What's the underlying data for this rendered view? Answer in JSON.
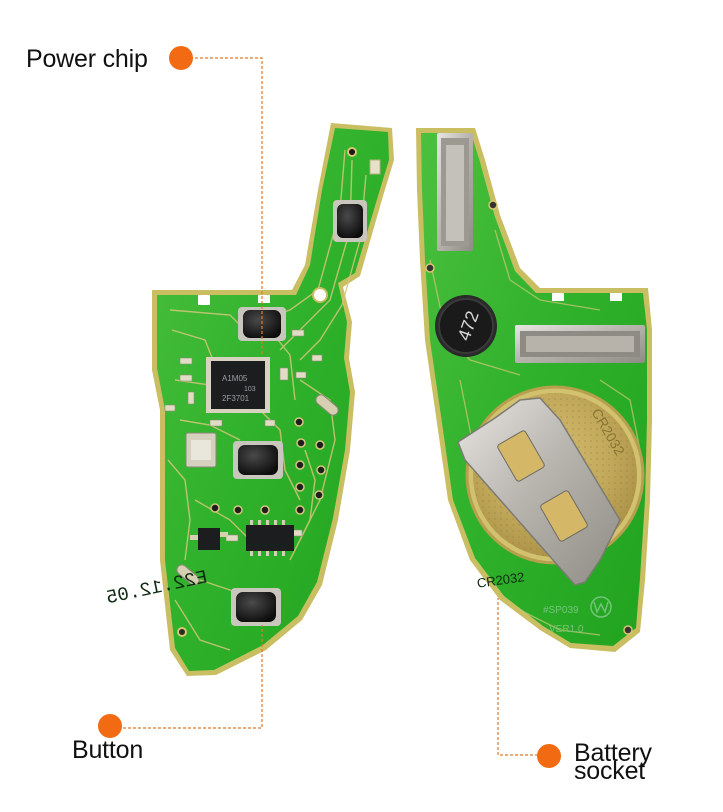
{
  "colors": {
    "background": "#ffffff",
    "pcb_green": "#2fb12b",
    "pcb_green_light": "#55c546",
    "pcb_edge": "#c7bd5e",
    "trace": "#d9c97a",
    "callout_line": "#e07a2a",
    "callout_dot": "#f26b12",
    "chip": "#1b1d1f",
    "metal": "#a9a6a0",
    "label_text": "#111111"
  },
  "callouts": {
    "power_chip": "Power chip",
    "button": "Button",
    "battery_socket_line1": "Battery",
    "battery_socket_line2": "socket"
  },
  "pcb_markings": {
    "date_code": "E22.12.05",
    "inductor": "472",
    "battery_type": "CR2032",
    "board_id": "#SP039",
    "version": "VER1.0",
    "chip_text_1": "A1M05",
    "chip_text_2": "2F3701",
    "chip_text_3": "103",
    "battery_stamp": "CR2032"
  },
  "icons": {
    "callout_dot": "orange-dot",
    "board_logo": "circle-w-logo"
  }
}
